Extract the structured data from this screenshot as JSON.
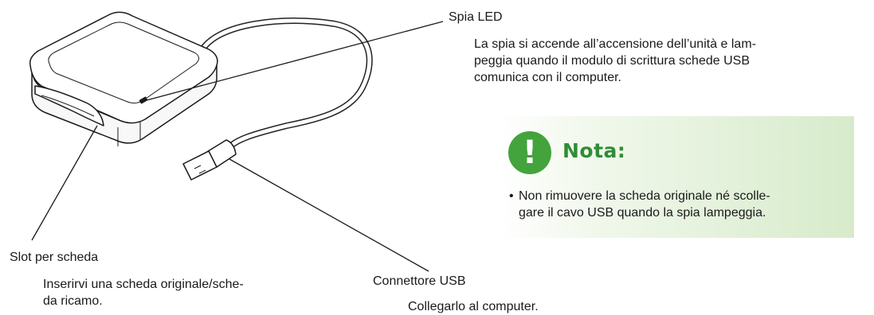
{
  "led": {
    "label": "Spia LED",
    "description": "La spia si accende all’accensione dell’unità e lam-\npeggia quando il modulo di scrittura schede USB\ncomunica con il computer."
  },
  "note": {
    "icon": "exclamation-icon",
    "title": "Nota:",
    "bullet": "•",
    "text": "Non rimuovere la scheda originale né scolle-\ngare il cavo USB quando la spia lampeggia."
  },
  "slot": {
    "label": "Slot per scheda",
    "description": "Inserirvi una scheda originale/sche-\nda ricamo."
  },
  "usb": {
    "label": "Connettore USB",
    "description": "Collegarlo al computer."
  },
  "colors": {
    "accent": "#2f8d37",
    "note_background": "#d7ebcb"
  }
}
